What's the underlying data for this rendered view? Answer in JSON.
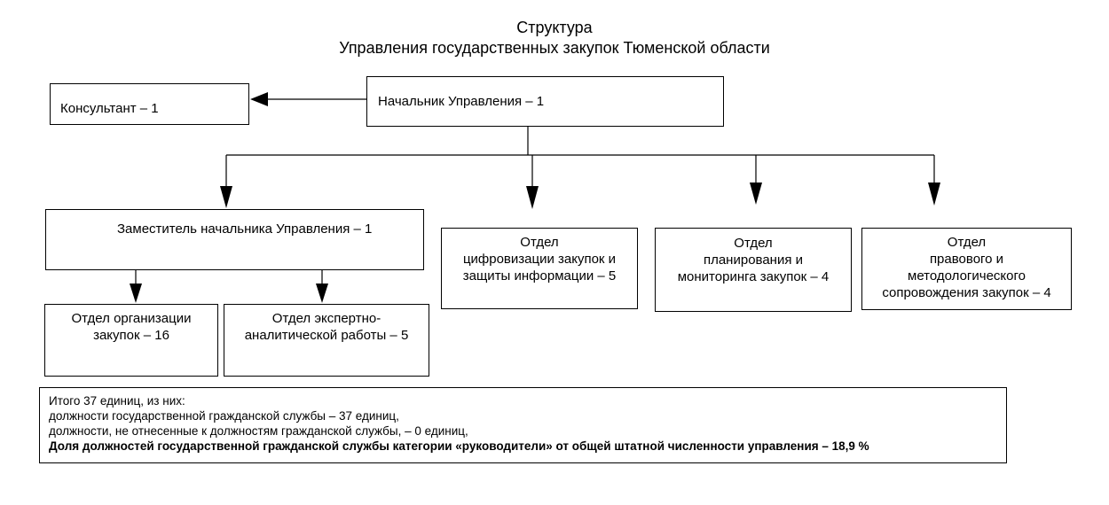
{
  "title": {
    "line1": "Структура",
    "line2": "Управления государственных закупок Тюменской области"
  },
  "nodes": {
    "head": "Начальник Управления – 1",
    "consultant": "Консультант – 1",
    "deputy": "Заместитель начальника Управления – 1",
    "dept_digital": "Отдел\nцифровизации закупок и\nзащиты информации – 5",
    "dept_planning": "Отдел\nпланирования и\nмониторинга закупок – 4",
    "dept_legal": "Отдел\nправового и\nметодологического\nсопровождения закупок – 4",
    "dept_procurement": "Отдел  организации\nзакупок – 16",
    "dept_expert": "Отдел экспертно-\nаналитической работы – 5"
  },
  "summary": {
    "line1": "Итого 37 единиц, из них:",
    "line2": "должности государственной гражданской службы –  37 единиц,",
    "line3": "должности, не отнесенные к должностям гражданской службы, – 0 единиц,",
    "line4": "Доля должностей государственной гражданской службы категории «руководители» от общей штатной численности управления – 18,9 %"
  }
}
